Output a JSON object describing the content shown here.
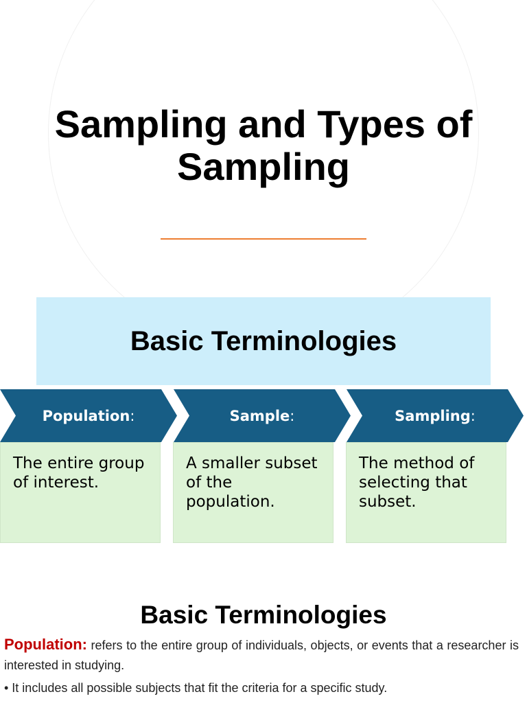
{
  "title": "Sampling and Types of Sampling",
  "accent_color": "#ed7d31",
  "banner": {
    "text": "Basic Terminologies",
    "color": "#cdeefb"
  },
  "terms": [
    {
      "label": "Population",
      "suffix": ":",
      "definition": "The entire group of interest."
    },
    {
      "label": "Sample",
      "suffix": ":",
      "definition": "A smaller subset of the population."
    },
    {
      "label": "Sampling",
      "suffix": ":",
      "definition": "The method of selecting that subset."
    }
  ],
  "chevron_color": "#175d85",
  "card_color": "#ddf3d6",
  "section": {
    "title": "Basic Terminologies",
    "definition_term": "Population:",
    "definition_text": " refers to the entire group of individuals, objects, or events that a researcher is interested in studying.",
    "term_color": "#c00000",
    "bullet": "• It includes all possible subjects that fit the criteria for a specific study."
  }
}
